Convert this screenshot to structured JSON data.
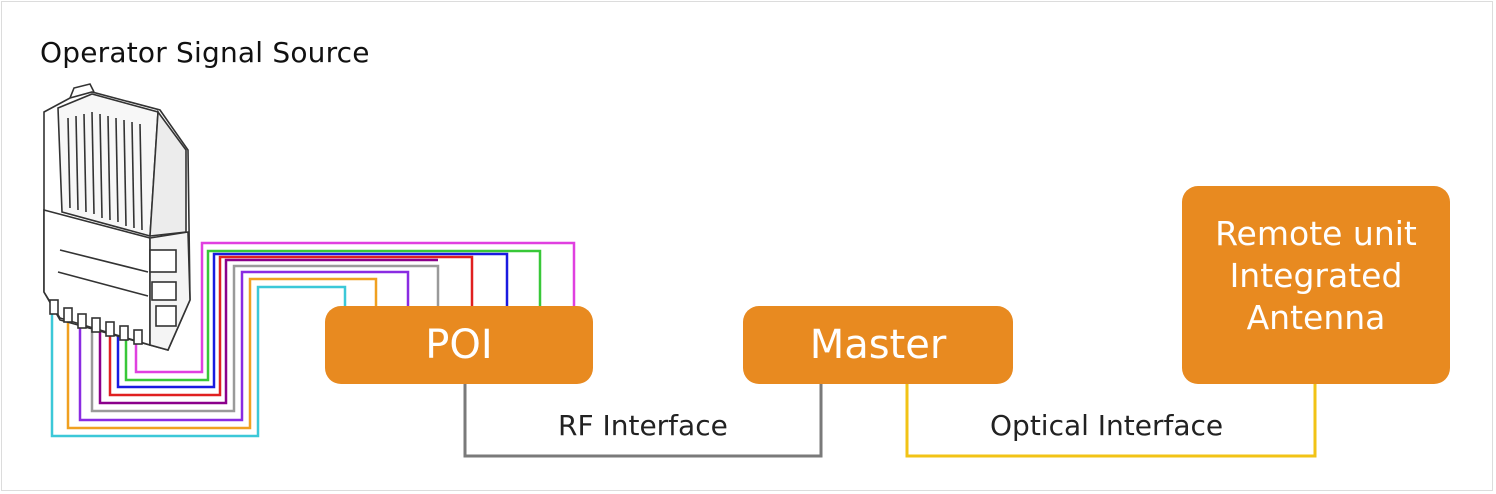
{
  "title": "Operator Signal Source",
  "nodes": {
    "poi": "POI",
    "master": "Master",
    "remote_lines": [
      "Remote unit",
      "Integrated",
      "Antenna"
    ]
  },
  "links": {
    "rf": "RF Interface",
    "optical": "Optical Interface"
  },
  "colors": {
    "box": "#e88a20",
    "rf_line": "#7a7a7a",
    "optical_line": "#f2c316",
    "cables": [
      "#3cc8d8",
      "#f0a020",
      "#8a2be2",
      "#c0c0c0",
      "#8b008b",
      "#e02020",
      "#1a1ae0",
      "#38c838",
      "#e040e0"
    ]
  },
  "icons": {
    "source_device": "radio-base-station-icon"
  }
}
